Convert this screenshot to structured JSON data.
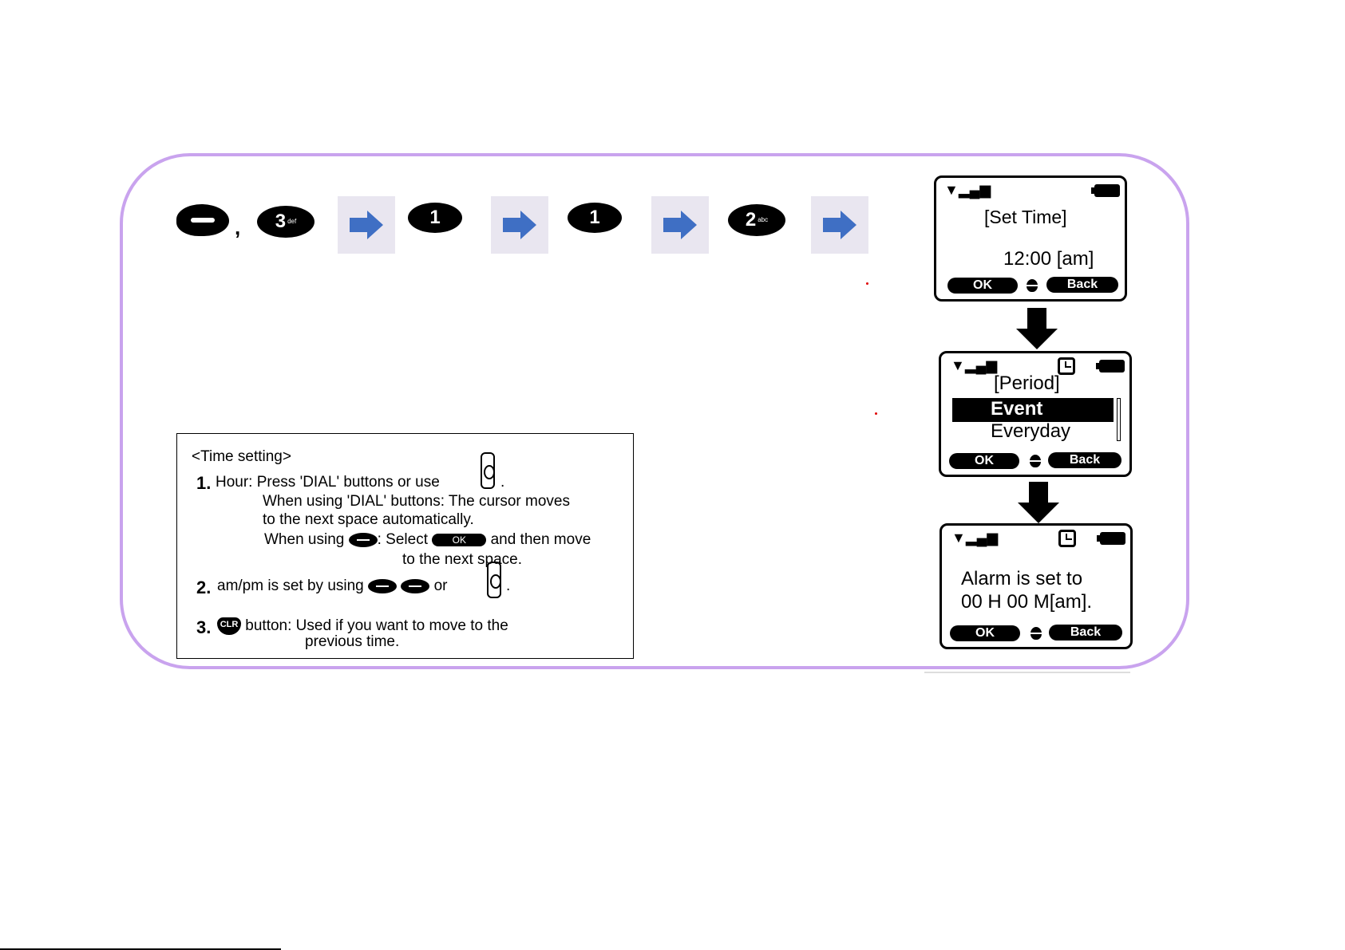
{
  "sequence": {
    "comma": ",",
    "key3": "3",
    "key3_sub": "def",
    "key1": "1",
    "key2": "2",
    "key2_sub": "abc"
  },
  "instructions": {
    "title": "<Time setting>",
    "step1_num": "1.",
    "step1_a": "Hour: Press 'DIAL' buttons or use",
    "step1_b": "When using 'DIAL' buttons: The cursor moves",
    "step1_c": "to the next space automatically.",
    "step1_d": "When using",
    "step1_e": ": Select",
    "step1_ok": "OK",
    "step1_f": "and then move",
    "step1_g": "to the next space.",
    "step2_num": "2.",
    "step2_a": "am/pm is set by using",
    "step2_or": "or",
    "step3_num": "3.",
    "step3_clr": "CLR",
    "step3_a": "button: Used if you want to move to the",
    "step3_b": "previous time."
  },
  "screens": {
    "set_time": {
      "title": "[Set Time]",
      "time": "12:00 [am]",
      "ok": "OK",
      "back": "Back"
    },
    "period": {
      "title": "[Period]",
      "item_selected": "Event",
      "item2": "Everyday",
      "ok": "OK",
      "back": "Back"
    },
    "confirm": {
      "line1": "Alarm is set to",
      "line2": "00 H 00 M[am].",
      "ok": "OK",
      "back": "Back"
    }
  },
  "colors": {
    "frame": "#c9a3ee",
    "arrow": "#3f6fc4",
    "arrow_bg": "#e9e6f0",
    "highlight": "#000000"
  },
  "icons": [
    "menu-key-icon",
    "right-arrow-icon",
    "nav-key-icon",
    "clr-key-icon",
    "signal-icon",
    "battery-icon",
    "clock-icon",
    "down-arrow-icon"
  ]
}
